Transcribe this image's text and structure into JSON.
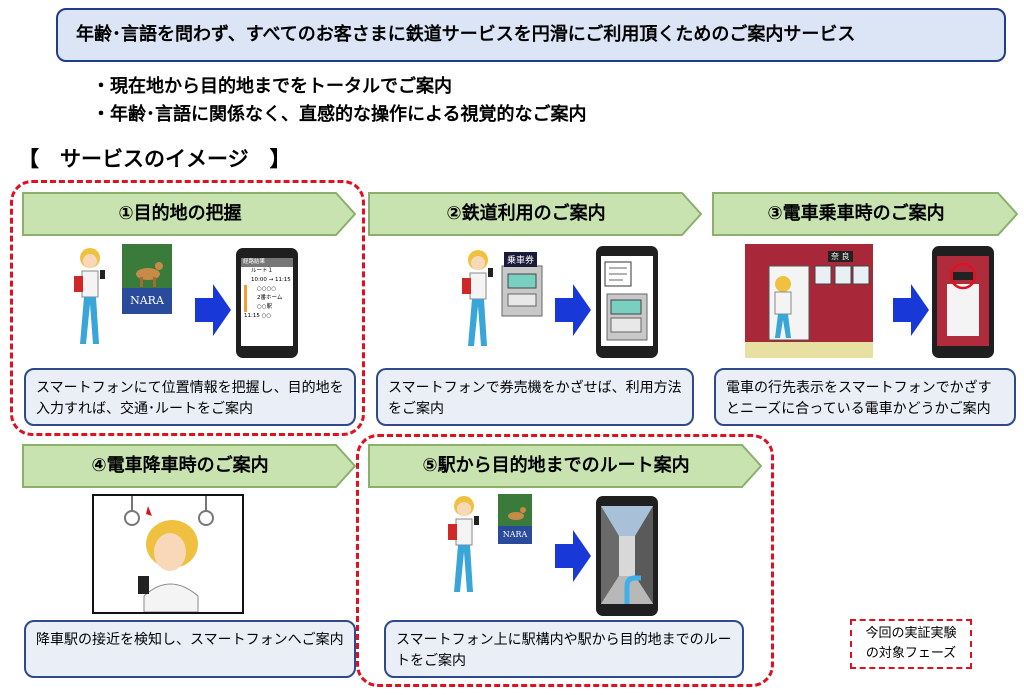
{
  "header": {
    "title": "年齢･言語を問わず、すべてのお客さまに鉄道サービスを円滑にご利用頂くためのご案内サービス",
    "bullets": [
      "・現在地から目的地までをトータルでご案内",
      "・年齢･言語に関係なく、直感的な操作による視覚的なご案内"
    ]
  },
  "section_title": "【　サービスのイメージ　】",
  "cards": [
    {
      "title": "①目的地の把握",
      "desc": "スマートフォンにて位置情報を把握し、目的地を入力すれば、交通･ルートをご案内"
    },
    {
      "title": "②鉄道利用のご案内",
      "desc": "スマートフォンで券売機をかざせば、利用方法をご案内"
    },
    {
      "title": "③電車乗車時のご案内",
      "desc": "電車の行先表示をスマートフォンでかざすとニーズに合っている電車かどうかご案内"
    },
    {
      "title": "④電車降車時のご案内",
      "desc": "降車駅の接近を検知し、スマートフォンへご案内"
    },
    {
      "title": "⑤駅から目的地までのルート案内",
      "desc": "スマートフォン上に駅構内や駅から目的地までのルートをご案内"
    }
  ],
  "illustrations": {
    "nara_label": "NARA",
    "ticket_label": "乗車券",
    "route_title": "経路結果",
    "route_lines": [
      "ルート１",
      "10:00 → 11:15",
      "○○○○",
      "2番ホーム",
      "○○駅",
      "11:15 ○○"
    ],
    "train_sign": "奈 良"
  },
  "legend": {
    "line1": "今回の実証実験",
    "line2": "の対象フェーズ"
  },
  "colors": {
    "banner": "#c8e2b0",
    "banner_border": "#8cb06c",
    "arrow": "#1838d8",
    "dash": "#e01020",
    "desc_bg": "#e9eef7"
  }
}
